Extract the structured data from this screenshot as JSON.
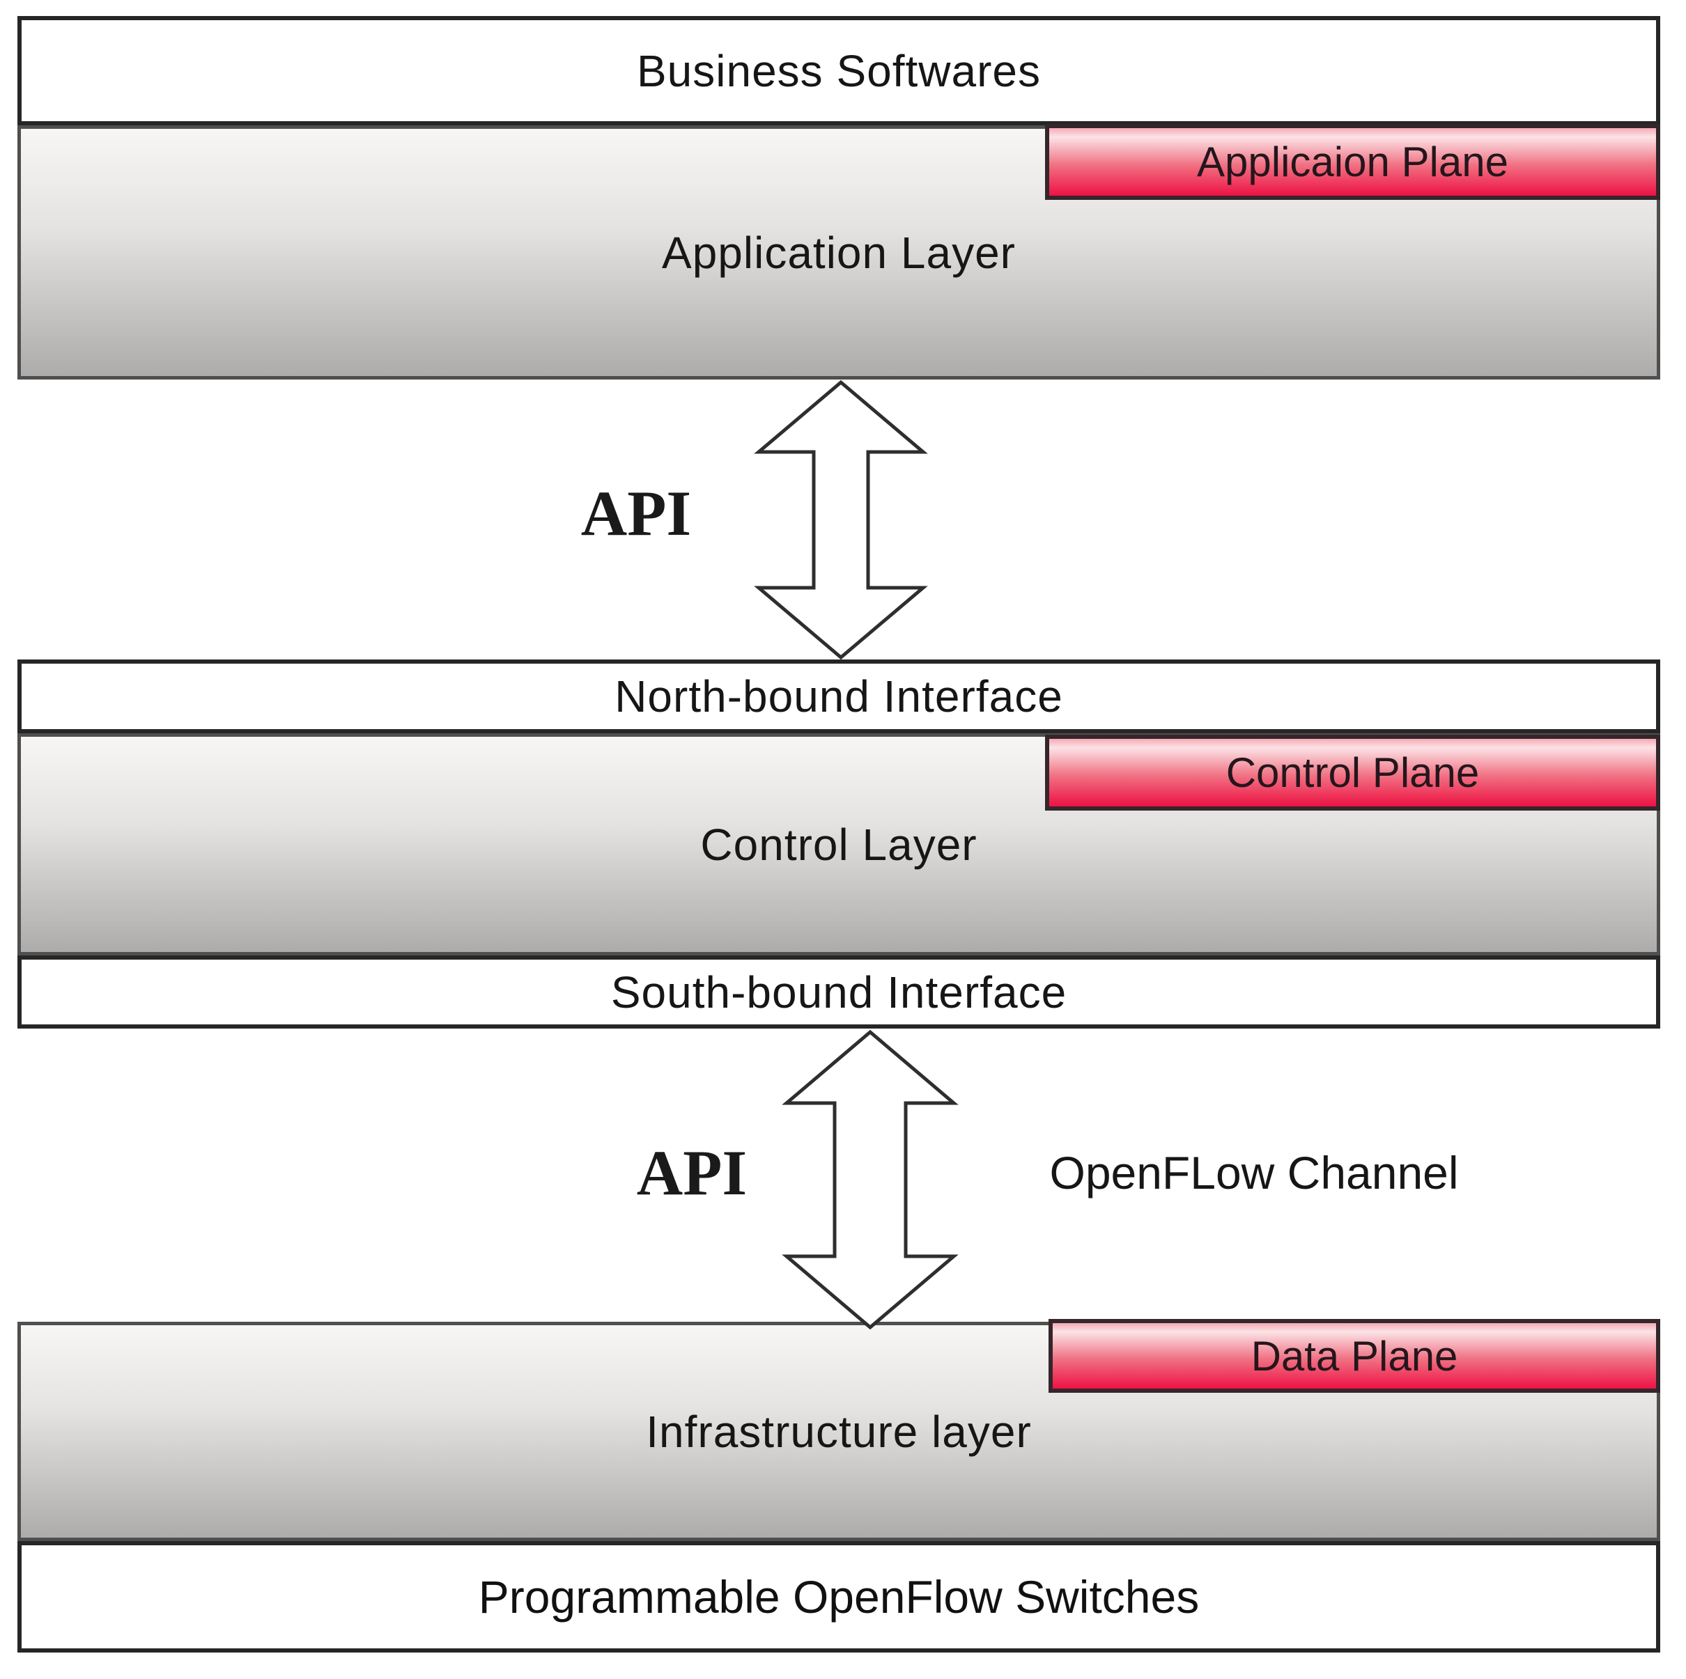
{
  "layers": {
    "business": {
      "label": "Business Softwares"
    },
    "application": {
      "label": "Application Layer",
      "plane_label": "Applicaion Plane"
    },
    "north_bound": {
      "label": "North-bound Interface"
    },
    "control": {
      "label": "Control Layer",
      "plane_label": "Control Plane"
    },
    "south_bound": {
      "label": "South-bound Interface"
    },
    "infrastructure": {
      "label": "Infrastructure layer",
      "plane_label": "Data Plane"
    },
    "switches": {
      "label": "Programmable OpenFlow Switches"
    }
  },
  "connectors": {
    "north_api": {
      "label": "API"
    },
    "south_api": {
      "label": "API",
      "channel_label": "OpenFLow Channel"
    }
  },
  "colors": {
    "plane_red_light": "#fbe3e6",
    "plane_red_deep": "#ee1244",
    "layer_gray_top": "#f7f6f5",
    "layer_gray_bottom": "#aeacaa",
    "box_border": "#262626",
    "text": "#111111"
  }
}
